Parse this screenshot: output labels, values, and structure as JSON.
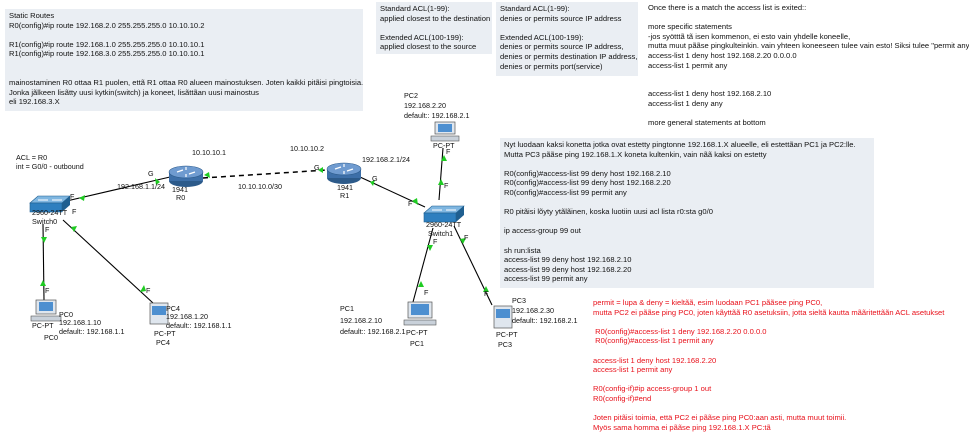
{
  "notes": {
    "static_routes": "Static Routes\nR0(config)#ip route 192.168.2.0 255.255.255.0 10.10.10.2\n\nR1(config)#ip route 192.168.1.0 255.255.255.0 10.10.10.1\nR1(config)#ip route 192.168.3.0 255.255.255.0 10.10.10.1\n\n\nmainostaminen R0 ottaa R1 puolen, ettã R1 ottaa R0 alueen mainostuksen. Joten kaikki pitãisi pingtoisia.\nJonka jãlkeen lisãtty uusi kytkin(switch) ja koneet, lisãttãan uusi mainostus\neli 192.168.3.X",
    "standard_acl": "Standard ACL(1-99):\napplied closest to the destination\n\nExtended ACL(100-199):\napplied closest to the source",
    "standard_extended": "Standard ACL(1-99):\ndenies or permits source IP address\n\nExtended ACL(100-199):\ndenies or permits source IP address,\ndenies or permits destination IP address,\ndenies or permits port(service)",
    "match_rules": "Once there is a match the access list is exited::\n\nmore specific statements\n-jos syötttã tã isen kommenon, ei esto vain yhdelle koneelle,\nmutta muut pããse pingkulteinkin. vain yhteen koneeseen tulee vain esto! Siksi tulee \"permit any\"\naccess-list 1 deny host 192.168.2.20 0.0.0.0\naccess-list 1 permit any\n\n\naccess-list 1 deny host 192.168.2.10\naccess-list 1 deny any\n\nmore general statements at bottom",
    "acl99": "Nyt luodaan kaksi konetta jotka ovat estetty pingtonne 192.168.1.X alueelle, eli estettãan PC1 ja PC2:lle.\nMutta PC3 pããse ping 192.168.1.X koneta kultenkin, vain nãã kaksi on estetty\n\nR0(config)#access-list 99 deny host 192.168.2.10\nR0(config)#access-list 99 deny host 192.168.2.20\nR0(config)#access-list 99 permit any\n\nR0 pitãisi lõyty ytãlãinen, koska luotiin uusi acl lista r0:sta g0/0\n\nip access-group 99 out\n\nsh run:lista\naccess-list 99 deny host 192.168.2.10\naccess-list 99 deny host 192.168.2.20\naccess-list 99 permit any",
    "acl1_red": "permit = lupa & deny = kieltãã, esim luodaan PC1 pããsee ping PC0,\nmutta PC2 ei pããse ping PC0, joten kãyttãã R0 asetuksiin, jotta sieltã kautta mããritettããn ACL asetukset\n\n R0(config)#access-list 1 deny 192.168.2.20 0.0.0.0\n R0(config)#access-list 1 permit any\n\naccess-list 1 deny host 192.168.2.20\naccess-list 1 permit any\n\nR0(config-if)#ip access-group 1 out\nR0(config-if)#end\n\nJoten pitãisi toimia, että PC2 ei pããse ping PC0:aan asti, mutta muut toimii.\nMyös sama homma ei pããse ping 192.168.1.X PC:tã"
  },
  "topology": {
    "acl_label": "ACL = R0\nint = G0/0 - outbound",
    "net_r0_r1": "10.10.10.0/30",
    "r0_wan_ip": "10.10.10.1",
    "r1_wan_ip": "10.10.10.2",
    "r0_lan_ip": "192.168.1.1/24",
    "r1_lan_ip": "192.168.2.1/24",
    "router0": {
      "model": "1941",
      "name": "R0"
    },
    "router1": {
      "model": "1941",
      "name": "R1"
    },
    "switch0": {
      "model": "2960-24TT",
      "name": "Switch0"
    },
    "switch1": {
      "model": "2960-24TT",
      "name": "Switch1"
    },
    "pc0": {
      "name": "PC0",
      "ip": "192.168.1.10",
      "gw": "default:: 192.168.1.1",
      "type": "PC-PT"
    },
    "pc4": {
      "name": "PC4",
      "ip": "192.168.1.20",
      "gw": "default:: 192.168.1.1",
      "type": "PC-PT"
    },
    "pc1": {
      "name": "PC1",
      "ip": "192.168.2.10",
      "gw": "default:: 192.168.2.1",
      "type": "PC-PT"
    },
    "pc2": {
      "name": "PC2",
      "ip": "192.168.2.20",
      "gw": "default:: 192.168.2.1",
      "type": "PC-PT"
    },
    "pc3": {
      "name": "PC3",
      "ip": "192.168.2.30",
      "gw": "default:: 192.168.2.1",
      "type": "PC-PT"
    },
    "port_f": "F",
    "port_g": "G",
    "colors": {
      "link": "#000000",
      "link_up": "#1fcc22",
      "router": "#3d6fa8",
      "switch": "#2e7fbf",
      "note_bg": "#eaeef3",
      "red_text": "#e8101a"
    }
  }
}
